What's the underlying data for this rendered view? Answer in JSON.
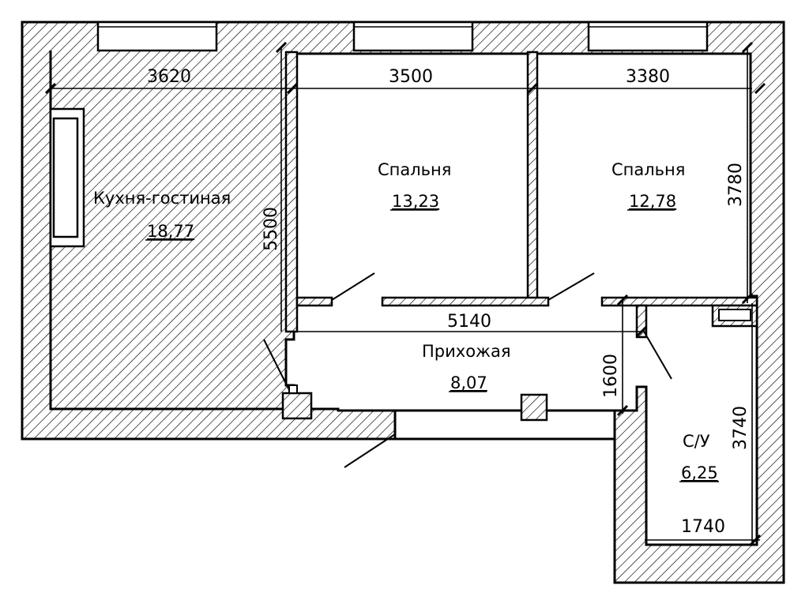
{
  "rooms": {
    "kitchen": {
      "name": "Кухня-гостиная",
      "area": "18,77"
    },
    "bedroom1": {
      "name": "Спальня",
      "area": "13,23"
    },
    "bedroom2": {
      "name": "Спальня",
      "area": "12,78"
    },
    "hall": {
      "name": "Прихожая",
      "area": "8,07"
    },
    "bath": {
      "name": "С/У",
      "area": "6,25"
    }
  },
  "dimensions": {
    "kitchen_width": "3620",
    "bedroom1_width": "3500",
    "bedroom2_width": "3380",
    "kitchen_depth": "5500",
    "bedroom2_depth": "3780",
    "hall_length": "5140",
    "hall_width": "1600",
    "bath_depth": "3740",
    "bath_width": "1740"
  }
}
